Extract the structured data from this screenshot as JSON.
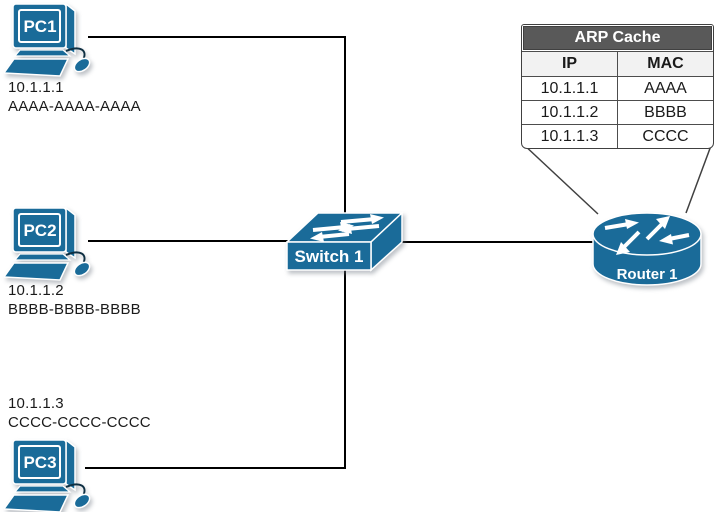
{
  "colors": {
    "device_blue": "#1a6b99",
    "device_outline": "#ffffff",
    "wire_black": "#000000",
    "callout_border": "#404040",
    "table_header_bg": "#595959",
    "table_header_text": "#ffffff"
  },
  "devices": {
    "pc1": {
      "label": "PC1",
      "ip": "10.1.1.1",
      "mac": "AAAA-AAAA-AAAA"
    },
    "pc2": {
      "label": "PC2",
      "ip": "10.1.1.2",
      "mac": "BBBB-BBBB-BBBB"
    },
    "pc3": {
      "label": "PC3",
      "ip": "10.1.1.3",
      "mac": "CCCC-CCCC-CCCC"
    },
    "switch1": {
      "label": "Switch 1"
    },
    "router1": {
      "label": "Router 1"
    }
  },
  "arp_cache": {
    "title": "ARP Cache",
    "columns": {
      "ip": "IP",
      "mac": "MAC"
    },
    "rows": [
      {
        "ip": "10.1.1.1",
        "mac": "AAAA"
      },
      {
        "ip": "10.1.1.2",
        "mac": "BBBB"
      },
      {
        "ip": "10.1.1.3",
        "mac": "CCCC"
      }
    ]
  }
}
